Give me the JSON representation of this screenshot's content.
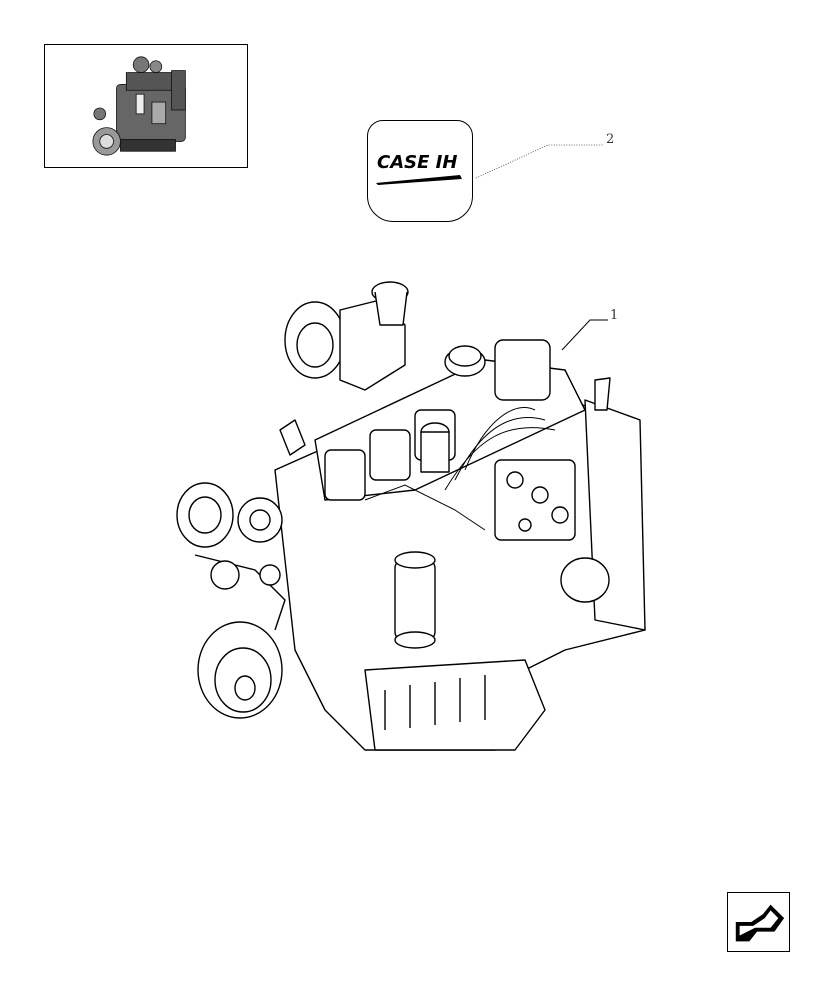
{
  "logo": {
    "brand_text": "CASE IH"
  },
  "callouts": [
    {
      "number": "1"
    },
    {
      "number": "2"
    }
  ],
  "icons": {
    "thumbnail": "engine-thumbnail-icon",
    "logo": "case-ih-logo-icon",
    "engine": "engine-assembly-illustration",
    "navigation": "navigate-arrow-icon"
  }
}
